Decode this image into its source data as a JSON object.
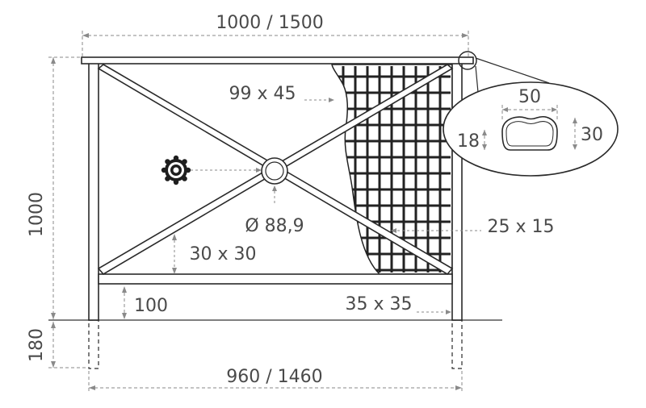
{
  "labels": {
    "width_top": "1000 / 1500",
    "width_bottom": "960 / 1460",
    "height": "1000",
    "embed_depth": "180",
    "rail_profile": "99 x 45",
    "ring": "Ø 88,9",
    "diagonal": "30 x 30",
    "mesh_bar": "25 x 15",
    "bottom_gap": "100",
    "post": "35 x 35",
    "profile_width": "50",
    "profile_height_left": "18",
    "profile_height_right": "30"
  },
  "colors": {
    "line": "#2a2a2a",
    "dimension": "#8a8a8a",
    "text": "#4a4a4a",
    "mesh": "#222222"
  },
  "icons": {
    "ornament": "rosette-ornament-icon"
  }
}
